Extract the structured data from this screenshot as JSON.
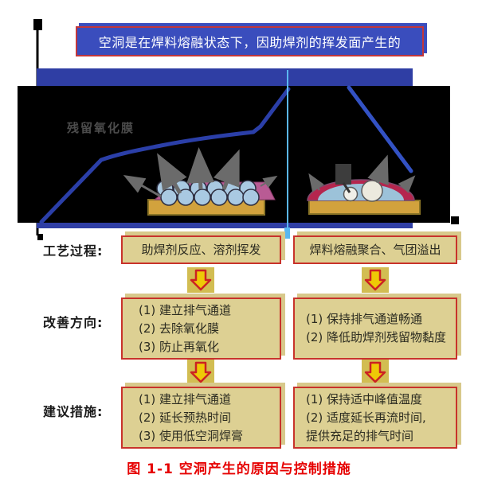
{
  "banner": {
    "text": "空洞是在焊料熔融状态下，因助焊剂的挥发面产生的"
  },
  "chart": {
    "residue_label": "残留氧化膜",
    "curve_color": "#2b3fa8",
    "bar_color": "#2f3ea4",
    "peak_line_color": "#5ab7f0",
    "panel_color": "#000000"
  },
  "flow": {
    "box_fill": "#ddd093",
    "box_border": "#c8322b",
    "arrow_fill": "#eec906",
    "arrow_outline": "#cc2222",
    "rows": [
      {
        "label": "工艺过程:",
        "left_lines": [
          "助焊剂反应、溶剂挥发"
        ],
        "right_lines": [
          "焊料熔融聚合、气团溢出"
        ]
      },
      {
        "label": "改善方向:",
        "left_lines": [
          "(1) 建立排气通道",
          "(2) 去除氧化膜",
          "(3) 防止再氧化"
        ],
        "right_lines": [
          "(1) 保持排气通道畅通",
          "(2) 降低助焊剂残留物黏度"
        ]
      },
      {
        "label": "建议措施:",
        "left_lines": [
          "(1) 建立排气通道",
          "(2) 延长预热时间",
          "(3) 使用低空洞焊膏"
        ],
        "right_lines": [
          "(1) 保持适中峰值温度",
          "(2) 适度延长再流时间,",
          "提供充足的排气时间"
        ]
      }
    ]
  },
  "caption": {
    "text": "图 1-1 空洞产生的原因与控制措施",
    "color": "#e60000"
  }
}
